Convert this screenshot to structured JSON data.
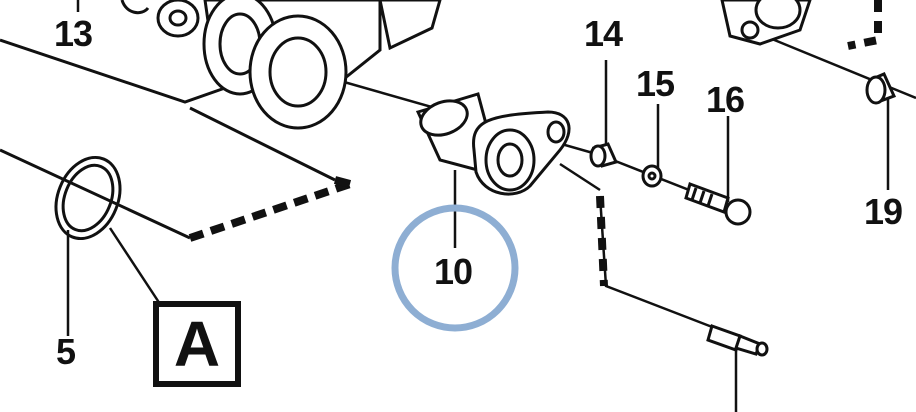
{
  "diagram": {
    "part_numbers": {
      "p13": "13",
      "p14": "14",
      "p15": "15",
      "p16": "16",
      "p19": "19",
      "p10": "10",
      "p5": "5"
    },
    "detail_marker": "A",
    "highlight_color": "#8eaed3",
    "line_color": "#111111"
  }
}
